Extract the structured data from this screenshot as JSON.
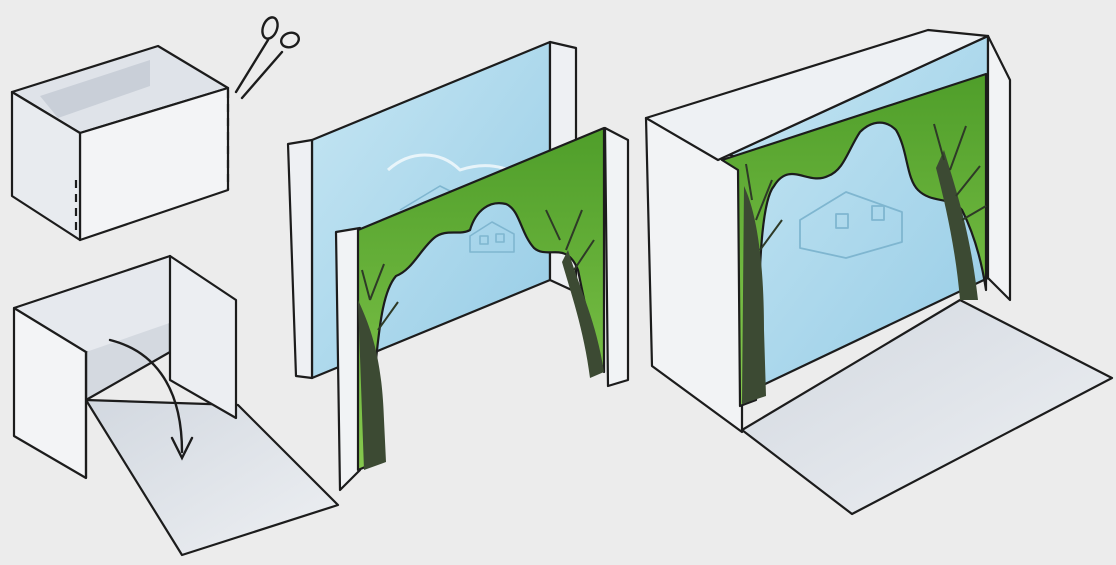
{
  "palette": {
    "background": "#ececec",
    "paper": "#f4f5f6",
    "paper_shade": "#d9dee4",
    "floor": "#e1e5ea",
    "sky": "#a9d6ea",
    "sky_light": "#d6edf6",
    "foliage": "#6cb83a",
    "foliage_dark": "#3f8a22",
    "trunk": "#3c4a33",
    "ink": "#1c1c1c"
  },
  "steps": [
    {
      "id": "cut-box",
      "icon": "scissors-icon"
    },
    {
      "id": "fold-open-box",
      "icon": "curved-arrow-icon"
    },
    {
      "id": "stand-panels",
      "icon": "tree-icon"
    },
    {
      "id": "assembled-stage",
      "icon": "house-icon"
    }
  ]
}
